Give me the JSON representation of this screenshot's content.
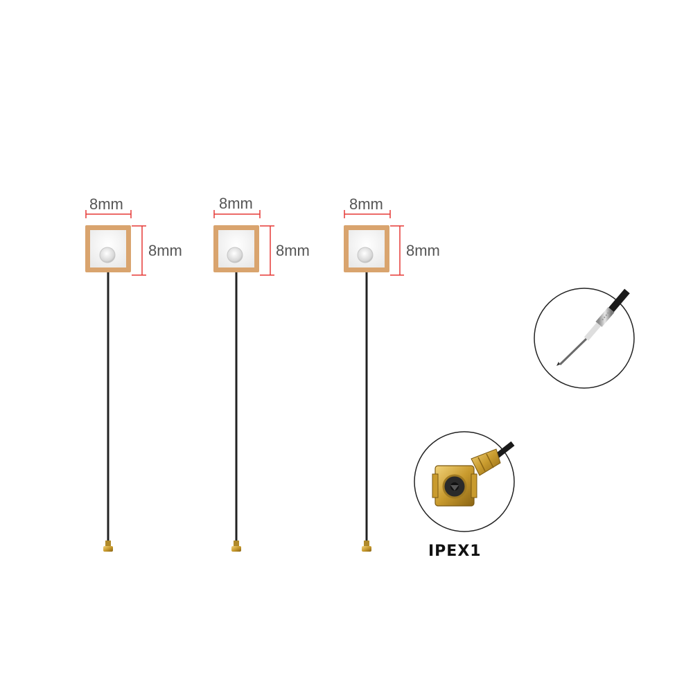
{
  "antennas": [
    {
      "width_label": "8mm",
      "height_label": "8mm"
    },
    {
      "width_label": "8mm",
      "height_label": "8mm"
    },
    {
      "width_label": "8mm",
      "height_label": "8mm"
    }
  ],
  "connector": {
    "label": "IPEX1"
  },
  "colors": {
    "patch_border": "#d6a06a",
    "patch_face": "#f4f4f4",
    "dimension_line": "#e53935",
    "dimension_text": "#555555",
    "cable": "#222222",
    "gold": "#c9a13a",
    "circle_border": "#222222"
  },
  "icons": [
    "ceramic-patch-icon",
    "coax-cable-tip-icon",
    "ipex-connector-icon"
  ]
}
